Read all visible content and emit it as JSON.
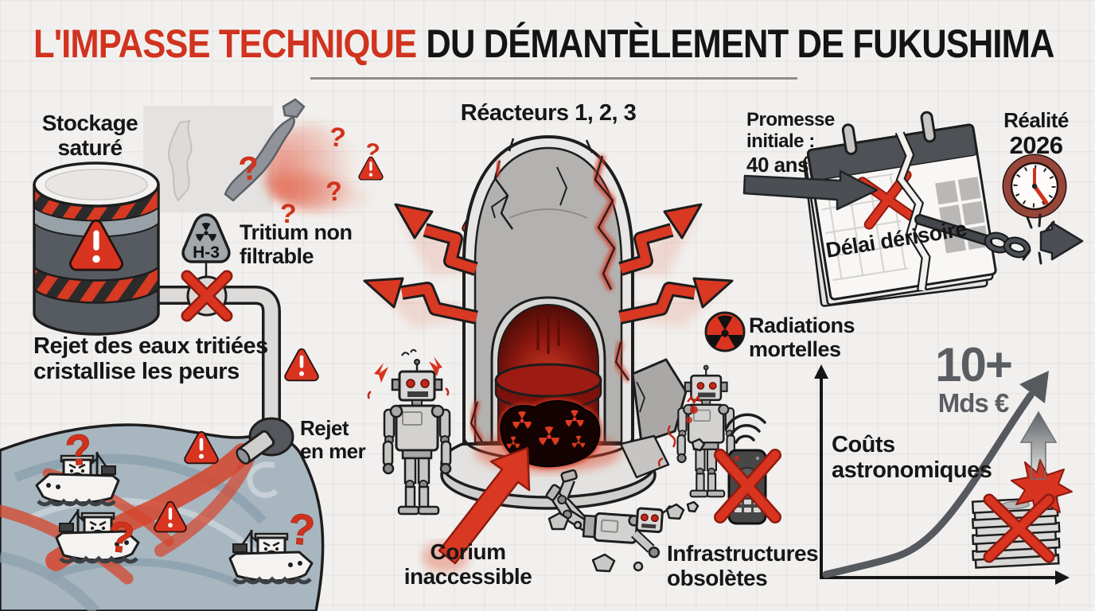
{
  "title": {
    "accent": "L'IMPASSE TECHNIQUE",
    "rest": "DU DÉMANTÈLEMENT DE FUKUSHIMA"
  },
  "storage": {
    "label": "Stockage saturé"
  },
  "tritium": {
    "label": "Tritium non filtrable",
    "badge": "H-3"
  },
  "release": {
    "headline": "Rejet des eaux tritiées cristallise les peurs",
    "sea_label": "Rejet en mer"
  },
  "reactors": {
    "label": "Réacteurs 1, 2, 3",
    "corium_label": "Corium inaccessible"
  },
  "hazards": {
    "radiation": "Radiations mortelles",
    "infrastructure": "Infrastructures obsolètes"
  },
  "schedule": {
    "promise_label": "Promesse initiale :",
    "promise_value": "40 ans",
    "reality_label": "Réalité",
    "reality_year": "2026",
    "calendar_note": "Délai dérisoire"
  },
  "costs": {
    "value": "10+",
    "unit": "Mds €",
    "label": "Coûts astronomiques"
  },
  "icons": {
    "question_mark": "?",
    "exclamation": "!"
  },
  "colors": {
    "background": "#f1f0ee",
    "accent_red": "#d63a22",
    "ink": "#161616",
    "dark_gray": "#4b4f54",
    "chart_gray": "#565a5f",
    "sea_blue_gray": "#a8b6c0",
    "concrete_light": "#e7e6e4",
    "concrete_mid": "#b3b2b0",
    "tank_body": "#565b61",
    "glow_red": "#e04428"
  }
}
